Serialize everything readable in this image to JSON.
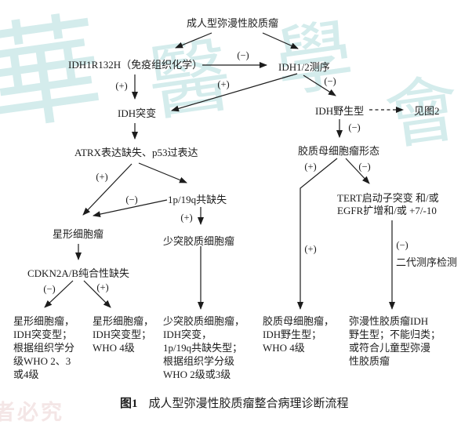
{
  "watermark": {
    "color": "#d4ecec",
    "chars": [
      "華",
      "醫",
      "學",
      "會"
    ],
    "bottom_left": "者必究"
  },
  "nodes": {
    "root": "成人型弥漫性胶质瘤",
    "ihc": "IDH1R132H（免疫组织化学）",
    "seq": "IDH1/2测序",
    "idh_mut": "IDH突变",
    "idh_wt": "IDH野生型",
    "see_fig2": "见图2",
    "atrx": "ATRX表达缺失、p53过表达",
    "gbm_morph": "胶质母细胞瘤形态",
    "codel": "1p/19q共缺失",
    "tert_line1": "TERT启动子突变 和/或",
    "tert_line2": "EGFR扩增和/或 +7/-10",
    "astro": "星形细胞瘤",
    "oligo": "少突胶质细胞瘤",
    "cdkn": "CDKN2A/B纯合性缺失",
    "ngs": "二代测序检测"
  },
  "edge_labels": {
    "ihc_to_seq": "(−)",
    "ihc_to_mut": "(+)",
    "seq_to_mut": "(+)",
    "seq_to_wt": "(−)",
    "wt_to_morph": "(−)",
    "atrx_to_astro": "(+)",
    "codel_to_astro": "(−)",
    "codel_to_oligo": "(+)",
    "cdkn_neg": "(−)",
    "cdkn_pos": "(+)",
    "morph_left_top": "(+)",
    "morph_right_top": "(−)",
    "morph_left_bottom": "(+)",
    "tert_down": "(−)"
  },
  "outcomes": {
    "astro_low": [
      "星形细胞瘤，",
      "IDH突变型；",
      "根据组织学分",
      "级WHO 2、3",
      "或4级"
    ],
    "astro_g4": [
      "星形细胞瘤，",
      "IDH突变型；",
      "WHO 4级"
    ],
    "oligo_dx": [
      "少突胶质细胞瘤，",
      "IDH突变，",
      "1p/19q共缺失型；",
      "根据组织学分级",
      "WHO 2级或3级"
    ],
    "gbm_dx": [
      "胶质母细胞瘤，",
      "IDH野生型；",
      "WHO 4级"
    ],
    "nec_dx": [
      "弥漫性胶质瘤IDH",
      "野生型；不能归类；",
      "或符合儿童型弥漫",
      "性胶质瘤"
    ]
  },
  "caption": {
    "label": "图1",
    "text": "成人型弥漫性胶质瘤整合病理诊断流程"
  }
}
